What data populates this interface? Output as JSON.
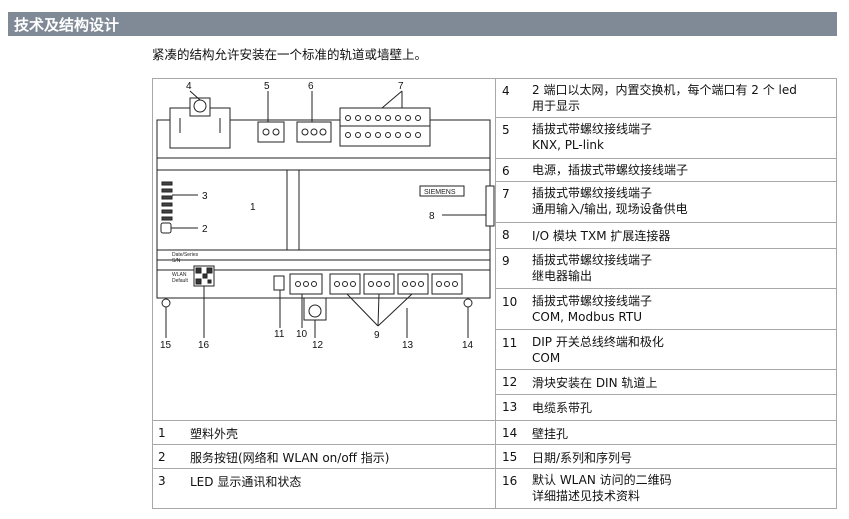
{
  "section": {
    "title": "技术及结构设计"
  },
  "intro": "紧凑的结构允许安装在一个标准的轨道或墙壁上。",
  "diagram": {
    "callouts": [
      "4",
      "5",
      "6",
      "7",
      "3",
      "1",
      "2",
      "8",
      "11",
      "10",
      "12",
      "9",
      "13",
      "14",
      "15",
      "16"
    ],
    "brand": "SIEMENS",
    "date_label_1": "Date/Series",
    "date_label_2": "S/N",
    "wlan_label_1": "WLAN",
    "wlan_label_2": "Default"
  },
  "right_rows": [
    {
      "num": "4",
      "lines": [
        "2 端口以太网，内置交换机，每个端口有 2 个 led",
        "用于显示"
      ]
    },
    {
      "num": "5",
      "lines": [
        "插拔式带螺纹接线端子",
        "KNX, PL-link"
      ]
    },
    {
      "num": "6",
      "lines": [
        "电源，插拔式带螺纹接线端子"
      ]
    },
    {
      "num": "7",
      "lines": [
        "插拔式带螺纹接线端子",
        "通用输入/输出, 现场设备供电"
      ]
    },
    {
      "num": "8",
      "lines": [
        "I/O 模块 TXM 扩展连接器"
      ]
    },
    {
      "num": "9",
      "lines": [
        "插拔式带螺纹接线端子",
        "继电器输出"
      ]
    },
    {
      "num": "10",
      "lines": [
        "插拔式带螺纹接线端子",
        "COM, Modbus RTU"
      ]
    },
    {
      "num": "11",
      "lines": [
        "DIP 开关总线终端和极化",
        "COM"
      ]
    },
    {
      "num": "12",
      "lines": [
        "滑块安装在 DIN 轨道上"
      ]
    },
    {
      "num": "13",
      "lines": [
        "电缆系带孔"
      ]
    },
    {
      "num": "14",
      "lines": [
        "壁挂孔"
      ]
    },
    {
      "num": "15",
      "lines": [
        "日期/系列和序列号"
      ]
    },
    {
      "num": "16",
      "lines": [
        "默认 WLAN 访问的二维码",
        "详细描述见技术资料"
      ]
    }
  ],
  "left_rows": [
    {
      "num": "1",
      "text": "塑料外壳"
    },
    {
      "num": "2",
      "text": "服务按钮(网络和 WLAN on/off 指示)"
    },
    {
      "num": "3",
      "text": "LED 显示通讯和状态"
    }
  ]
}
